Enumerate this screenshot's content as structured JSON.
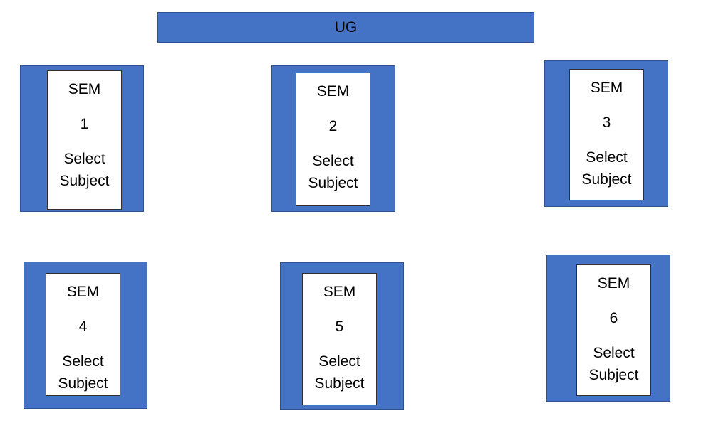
{
  "header": {
    "title": "UG"
  },
  "semesters": [
    {
      "label": "SEM",
      "number": "1",
      "action": "Select Subject"
    },
    {
      "label": "SEM",
      "number": "2",
      "action": "Select Subject"
    },
    {
      "label": "SEM",
      "number": "3",
      "action": "Select Subject"
    },
    {
      "label": "SEM",
      "number": "4",
      "action": "Select Subject"
    },
    {
      "label": "SEM",
      "number": "5",
      "action": "Select Subject"
    },
    {
      "label": "SEM",
      "number": "6",
      "action": "Select Subject"
    }
  ],
  "colors": {
    "box_fill": "#4472c4",
    "box_border": "#2f528f",
    "card_fill": "#ffffff"
  }
}
